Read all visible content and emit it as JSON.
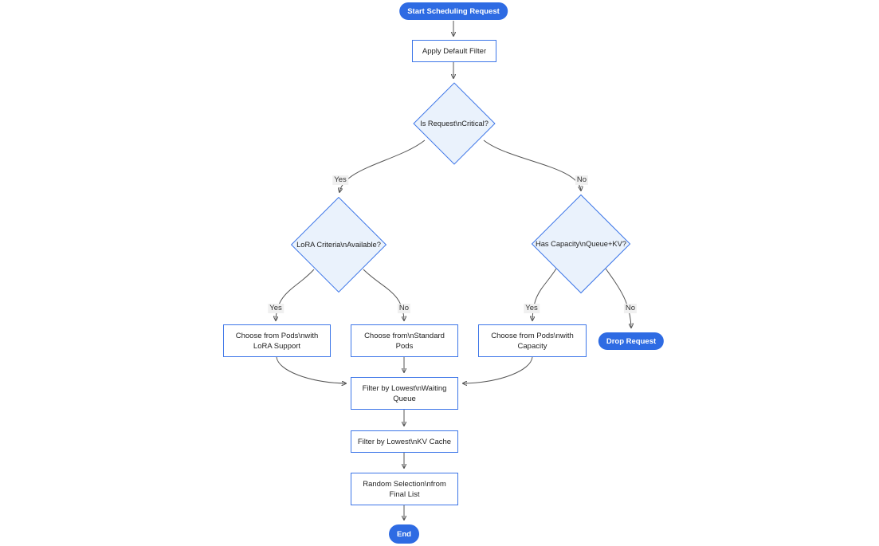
{
  "diagram": {
    "type": "flowchart",
    "direction": "top-down",
    "colors": {
      "accent": "#2e6be3",
      "shape_border": "#3d76e8",
      "shape_fill": "#ffffff",
      "diamond_fill": "#eaf2fc",
      "edge_color": "#555555",
      "arrow_color": "#333333",
      "label_bg": "#f0f0f0",
      "text_color": "#222222",
      "pill_text": "#ffffff"
    },
    "nodes": {
      "start": {
        "shape": "stadium",
        "lines": [
          "Start Scheduling Request"
        ]
      },
      "apply_filter": {
        "shape": "rect",
        "lines": [
          "Apply Default Filter"
        ]
      },
      "is_critical": {
        "shape": "diamond",
        "lines": [
          "Is Request\\nCritical?"
        ]
      },
      "lora_available": {
        "shape": "diamond",
        "lines": [
          "LoRA Criteria\\nAvailable?"
        ]
      },
      "has_capacity": {
        "shape": "diamond",
        "lines": [
          "Has Capacity\\nQueue+KV?"
        ]
      },
      "choose_lora_pods": {
        "shape": "rect",
        "lines": [
          "Choose from Pods\\nwith",
          "LoRA Support"
        ]
      },
      "choose_standard_pods": {
        "shape": "rect",
        "lines": [
          "Choose from\\nStandard",
          "Pods"
        ]
      },
      "choose_capacity_pods": {
        "shape": "rect",
        "lines": [
          "Choose from Pods\\nwith",
          "Capacity"
        ]
      },
      "drop_request": {
        "shape": "stadium",
        "lines": [
          "Drop Request"
        ]
      },
      "filter_waiting_queue": {
        "shape": "rect",
        "lines": [
          "Filter by Lowest\\nWaiting",
          "Queue"
        ]
      },
      "filter_kv_cache": {
        "shape": "rect",
        "lines": [
          "Filter by Lowest\\nKV Cache"
        ]
      },
      "random_selection": {
        "shape": "rect",
        "lines": [
          "Random Selection\\nfrom",
          "Final List"
        ]
      },
      "end": {
        "shape": "stadium",
        "lines": [
          "End"
        ]
      }
    },
    "edges": [
      {
        "from": "start",
        "to": "apply_filter",
        "label": ""
      },
      {
        "from": "apply_filter",
        "to": "is_critical",
        "label": ""
      },
      {
        "from": "is_critical",
        "to": "lora_available",
        "label": "Yes"
      },
      {
        "from": "is_critical",
        "to": "has_capacity",
        "label": "No"
      },
      {
        "from": "lora_available",
        "to": "choose_lora_pods",
        "label": "Yes"
      },
      {
        "from": "lora_available",
        "to": "choose_standard_pods",
        "label": "No"
      },
      {
        "from": "has_capacity",
        "to": "choose_capacity_pods",
        "label": "Yes"
      },
      {
        "from": "has_capacity",
        "to": "drop_request",
        "label": "No"
      },
      {
        "from": "choose_lora_pods",
        "to": "filter_waiting_queue",
        "label": ""
      },
      {
        "from": "choose_standard_pods",
        "to": "filter_waiting_queue",
        "label": ""
      },
      {
        "from": "choose_capacity_pods",
        "to": "filter_waiting_queue",
        "label": ""
      },
      {
        "from": "filter_waiting_queue",
        "to": "filter_kv_cache",
        "label": ""
      },
      {
        "from": "filter_kv_cache",
        "to": "random_selection",
        "label": ""
      },
      {
        "from": "random_selection",
        "to": "end",
        "label": ""
      }
    ]
  }
}
